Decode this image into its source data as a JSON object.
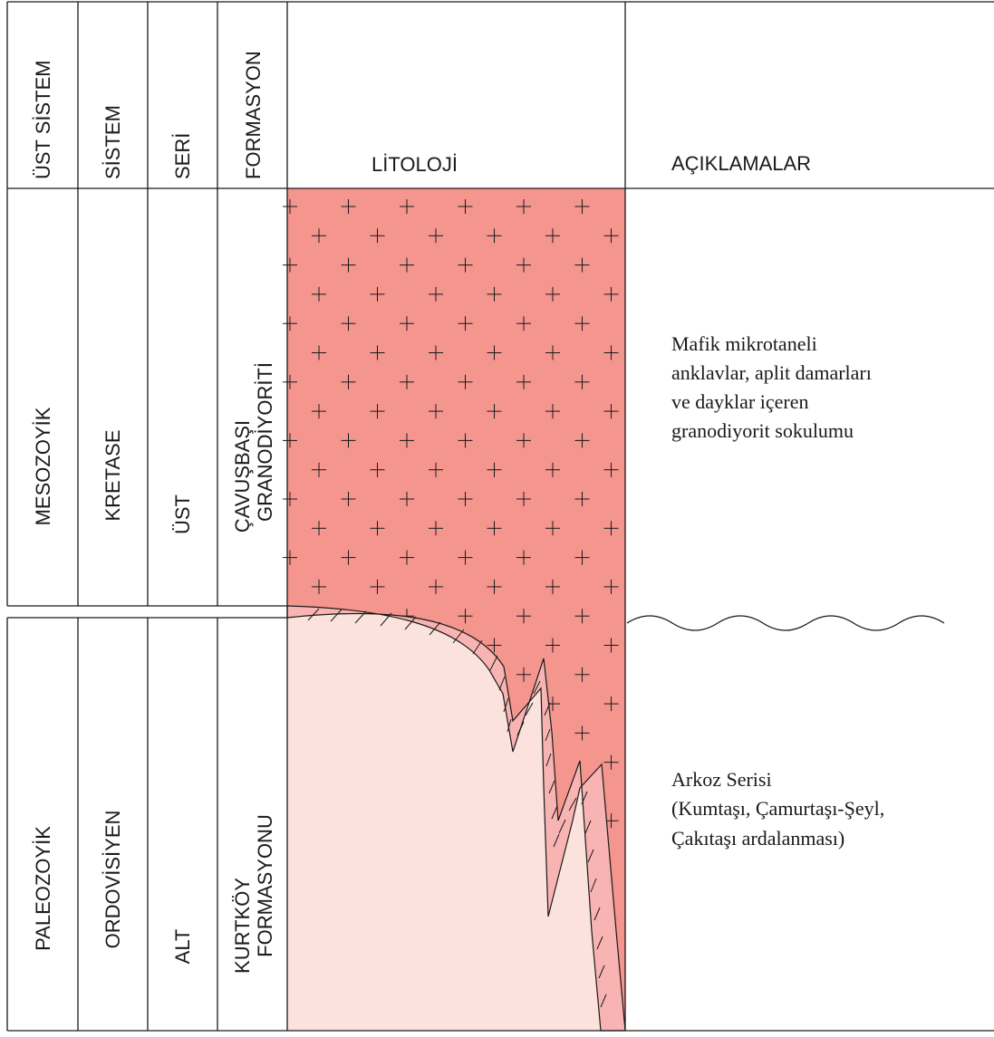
{
  "headers": {
    "ust_sistem": "ÜST SİSTEM",
    "sistem": "SİSTEM",
    "seri": "SERİ",
    "formasyon": "FORMASYON",
    "litoloji": "LİTOLOJİ",
    "aciklamalar": "AÇIKLAMALAR"
  },
  "upper_unit": {
    "ust_sistem": "MESOZOYİK",
    "sistem": "KRETASE",
    "seri": "ÜST",
    "formasyon_line1": "ÇAVUŞBAŞI",
    "formasyon_line2": "GRANODİYORİTİ",
    "description": [
      "Mafik mikrotaneli",
      "anklavlar, aplit damarları",
      "ve dayklar içeren",
      "granodiyorit sokulumu"
    ]
  },
  "lower_unit": {
    "ust_sistem": "PALEOZOYİK",
    "sistem": "ORDOVİSİYEN",
    "seri": "ALT",
    "formasyon_line1": "KURTKÖY",
    "formasyon_line2": "FORMASYONU",
    "description": [
      "Arkoz Serisi",
      "(Kumtaşı, Çamurtaşı-Şeyl,",
      "Çakıtaşı ardalanması)"
    ]
  },
  "colors": {
    "granodiorite": "#f4958e",
    "arkose": "#fbe2dc",
    "contact_band": "#f7b4b2",
    "line": "#1a1a1a"
  }
}
